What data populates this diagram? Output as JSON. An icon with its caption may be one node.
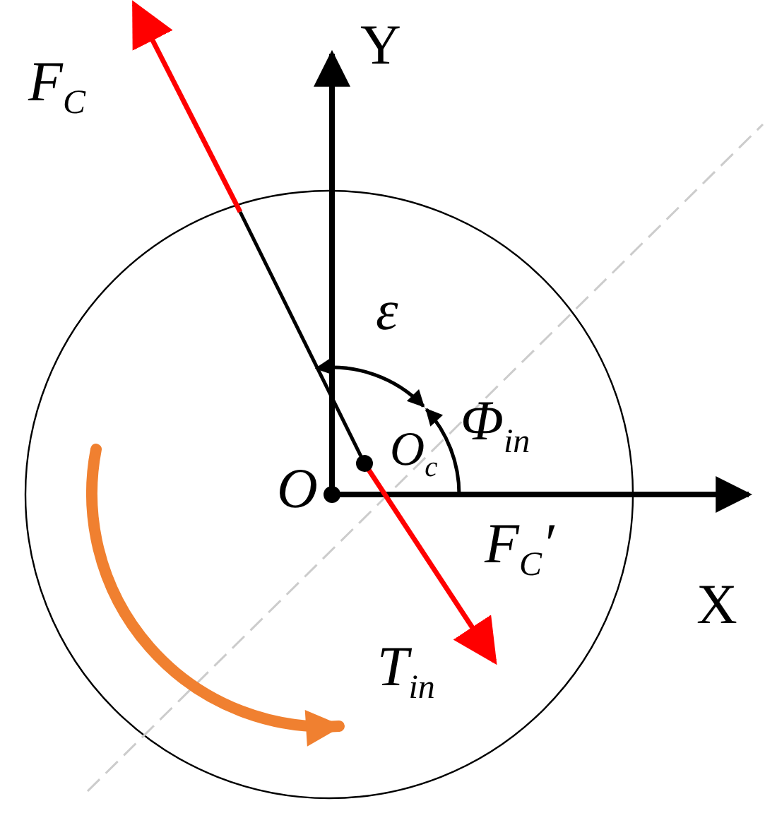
{
  "diagram": {
    "labels": [
      "F$_{C}$",
      "Y",
      "ε",
      "Φ$_{in}$",
      "O",
      "O$_{c}$",
      "F$_{C}$′",
      "X",
      "T$_{in}$"
    ]
  }
}
